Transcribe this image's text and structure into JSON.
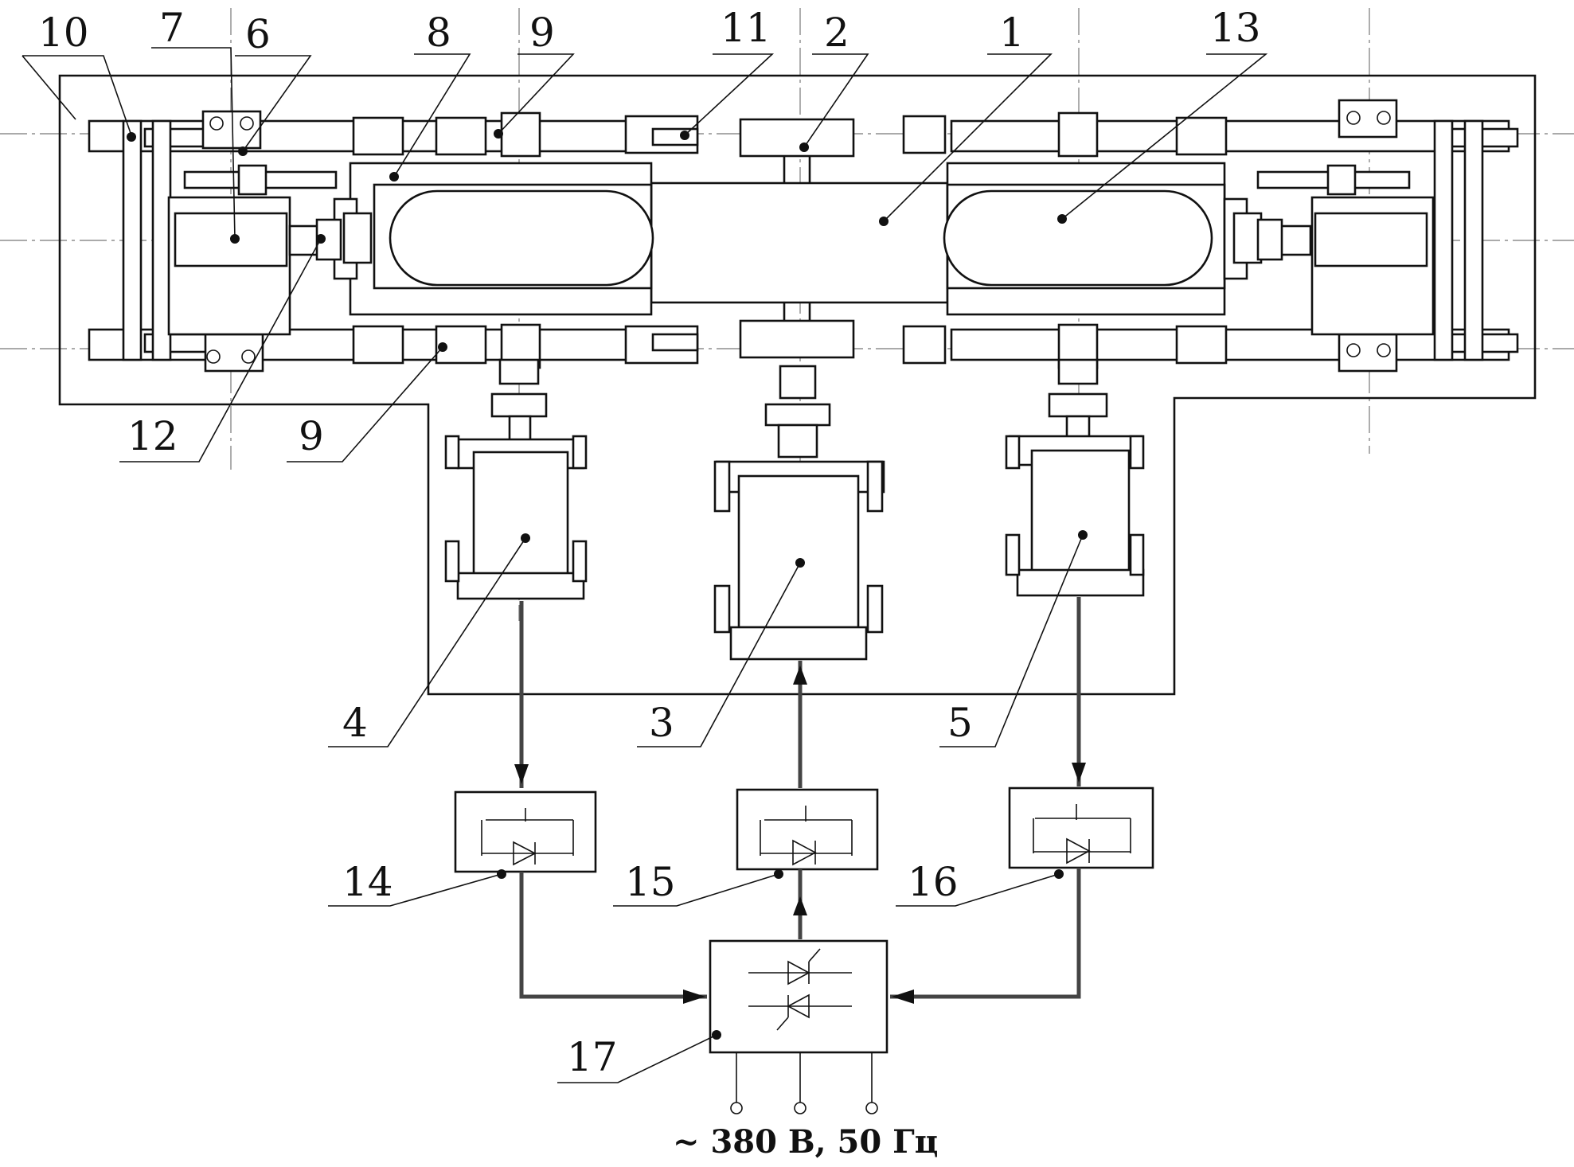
{
  "labels": {
    "l1": "1",
    "l2": "2",
    "l3": "3",
    "l4": "4",
    "l5": "5",
    "l6": "6",
    "l7": "7",
    "l8": "8",
    "l9a": "9",
    "l9b": "9",
    "l10": "10",
    "l11": "11",
    "l12": "12",
    "l13": "13",
    "l14": "14",
    "l15": "15",
    "l16": "16",
    "l17": "17"
  },
  "supply": "~ 380 В, 50 Гц",
  "colors": {
    "line": "#111111",
    "wire": "#444444",
    "centerline": "#777777"
  }
}
